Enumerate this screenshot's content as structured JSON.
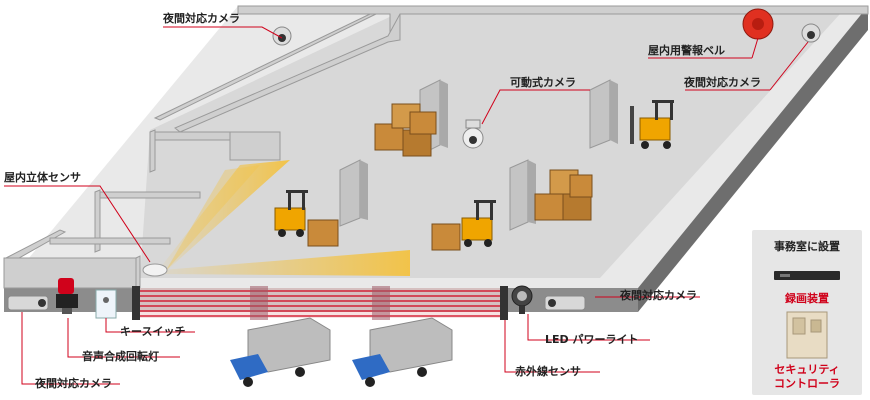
{
  "labels": {
    "night_camera_top": "夜間対応カメラ",
    "alarm_bell": "屋内用警報ベル",
    "night_camera_right": "夜間対応カメラ",
    "ptz_camera": "可動式カメラ",
    "stereo_sensor": "屋内立体センサ",
    "night_camera_gate": "夜間対応カメラ",
    "key_switch": "キースイッチ",
    "led_light": "LED パワーライト",
    "voice_beacon": "音声合成回転灯",
    "infrared_sensor": "赤外線センサ",
    "night_camera_bottom": "夜間対応カメラ"
  },
  "office": {
    "title": "事務室に設置",
    "recorder": "録画装置",
    "controller_line1": "セキュリティ",
    "controller_line2": "コントローラ"
  },
  "colors": {
    "accent": "#d0021b",
    "crate": "#c98a3a",
    "forklift": "#f0a500",
    "truck_cab": "#2f6bc4",
    "beam": "#f3c242"
  }
}
